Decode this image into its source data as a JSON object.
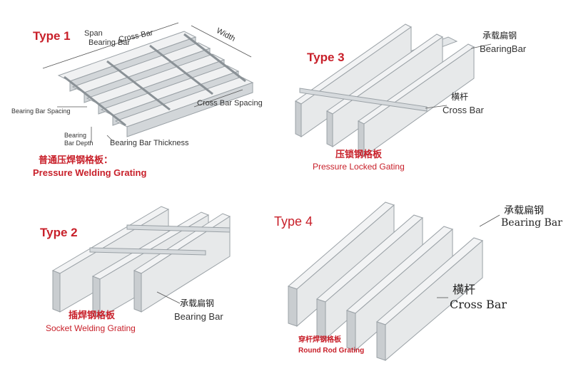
{
  "colors": {
    "accent_red": "#c8202a",
    "bar_face": "#e7e9ea",
    "bar_edge": "#9aa1a6",
    "bar_shade": "#c9cdd0",
    "line": "#555555"
  },
  "panel1": {
    "type_label": "Type 1",
    "span": "Span",
    "bearing_bar": "Bearing Bar",
    "cross_bar": "Cross Bar",
    "width": "Width",
    "bearing_bar_spacing": "Bearing Bar Spacing",
    "cross_bar_spacing": "Cross Bar Spacing",
    "bearing_bar_depth_1": "Bearing",
    "bearing_bar_depth_2": "Bar Depth",
    "bearing_bar_thickness": "Bearing Bar Thickness",
    "caption_cn": "普通压焊钢格板：",
    "caption_en": "Pressure Welding Grating"
  },
  "panel2": {
    "type_label": "Type 3",
    "bearing_cn": "承载扁钢",
    "bearing_en": "BearingBar",
    "cross_cn": "横杆",
    "cross_en": "Cross Bar",
    "caption_cn": "压锁钢格板",
    "caption_en": "Pressure Locked Gating"
  },
  "panel3": {
    "type_label": "Type 2",
    "bearing_cn": "承载扁钢",
    "bearing_en": "Bearing Bar",
    "caption_cn": "插焊钢格板",
    "caption_en": "Socket Welding  Grating"
  },
  "panel4": {
    "type_label": "Type 4",
    "bearing_cn": "承载扁钢",
    "bearing_en": "Bearing Bar",
    "cross_cn": "横杆",
    "cross_en": "Cross Bar",
    "caption_cn": "穿杆焊钢格板",
    "caption_en": "Round Rod Grating"
  }
}
